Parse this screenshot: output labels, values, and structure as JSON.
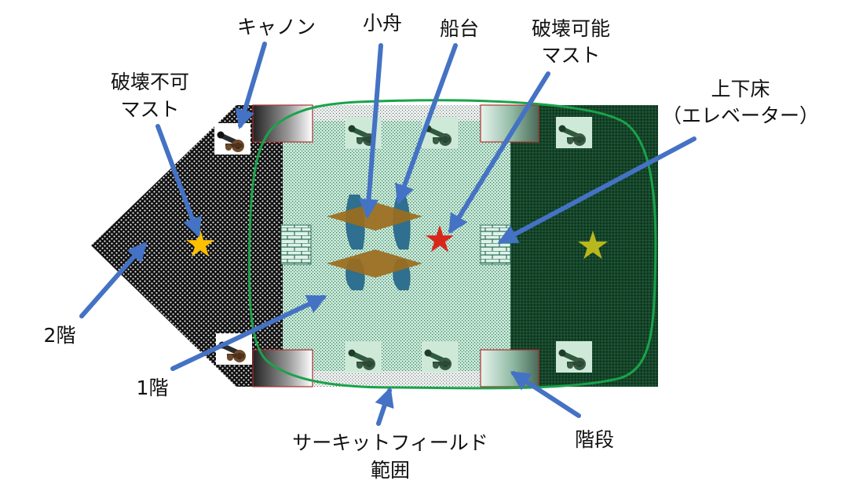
{
  "labels": {
    "cannon": "キャノン",
    "small_boat": "小舟",
    "boat_stand": "船台",
    "breakable_mast_line1": "破壊可能",
    "breakable_mast_line2": "マスト",
    "unbreakable_mast_line1": "破壊不可",
    "unbreakable_mast_line2": "マスト",
    "elevator_line1": "上下床",
    "elevator_line2": "（エレベーター）",
    "floor_2": "2階",
    "floor_1": "1階",
    "stairs": "階段",
    "circuit_line1": "サーキットフィールド",
    "circuit_line2": "範囲"
  },
  "icons": {
    "cannon": "cannon-icon",
    "boat": "boat-icon",
    "platform": "boat-stand-platform",
    "wall": "brick-wall-elevator-icon",
    "star_gold": "star-icon",
    "star_red": "star-icon",
    "star_olive": "star-icon"
  },
  "colors": {
    "arrow": "#4472c4",
    "field_border": "#1aa34a",
    "star_gold": "#ffc000",
    "star_red": "#d9251c",
    "star_olive": "#b8b81e",
    "platform": "#9c6d1d",
    "boat": "#2f6f8f",
    "stair_border": "#b03030"
  }
}
